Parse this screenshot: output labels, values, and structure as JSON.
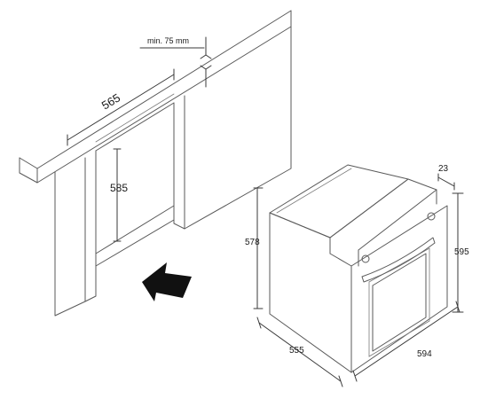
{
  "diagram": {
    "labels": {
      "min_gap": "min. 75 mm",
      "niche_width": "565",
      "niche_height": "585",
      "oven_height_side": "578",
      "oven_depth": "555",
      "oven_front_width": "594",
      "oven_front_height": "595",
      "front_panel_depth": "23"
    },
    "line_color": "#5a5a5a",
    "arrow_color": "#111111"
  }
}
